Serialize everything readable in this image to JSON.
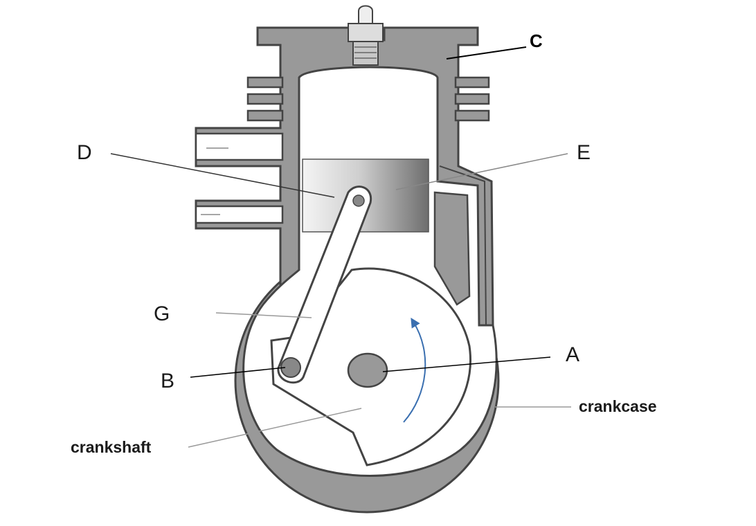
{
  "labels": {
    "a": "A",
    "b": "B",
    "c": "C",
    "d": "D",
    "e": "E",
    "g": "G",
    "crankshaft": "crankshaft",
    "crankcase": "crankcase"
  },
  "colors": {
    "casing_fill": "#999999",
    "casing_stroke": "#444444",
    "piston_light": "#f2f2f2",
    "piston_dark": "#707070",
    "arrow": "#3a6fb0"
  }
}
